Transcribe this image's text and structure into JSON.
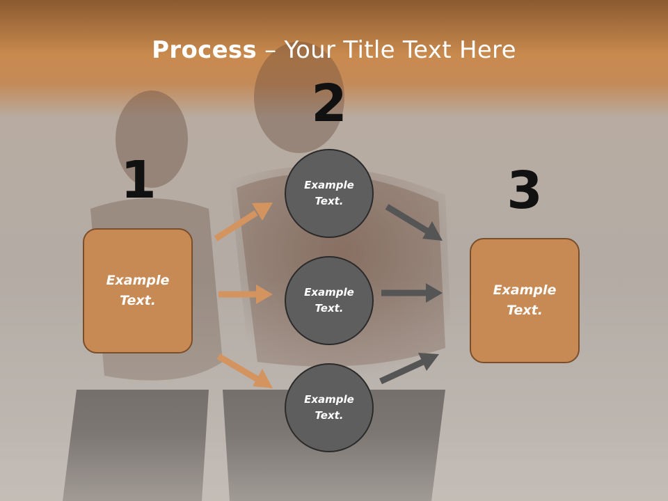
{
  "slide": {
    "title_bold": "Process",
    "title_rest": " – Your Title Text Here"
  },
  "steps": {
    "n1": "1",
    "n2": "2",
    "n3": "3"
  },
  "box_left": {
    "text": "Example Text."
  },
  "box_right": {
    "text": "Example Text."
  },
  "circles": [
    {
      "text": "Example Text."
    },
    {
      "text": "Example Text."
    },
    {
      "text": "Example Text."
    }
  ],
  "colors": {
    "accent_orange": "#c88a55",
    "circle_gray": "#5e5e5e",
    "arrow_orange": "#d39460",
    "arrow_gray": "#555555"
  }
}
